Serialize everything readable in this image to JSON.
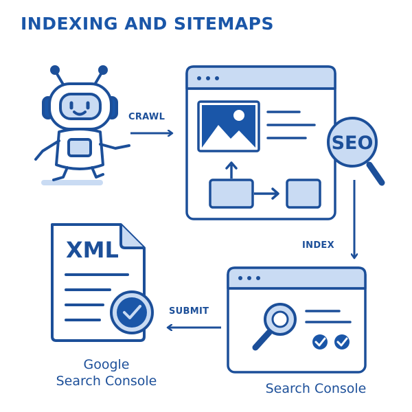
{
  "title": "INDEXING AND SITEMAPS",
  "labels": {
    "crawl": "CRAWL",
    "index": "INDEX",
    "submit": "SUBMIT"
  },
  "badges": {
    "seo": "SEO",
    "xml": "XML"
  },
  "captions": {
    "sitemap_line1": "Google",
    "sitemap_line2": "Search Console",
    "console": "Search Console"
  },
  "colors": {
    "primary": "#1a56a8",
    "fill_light": "#c9dbf3",
    "fill_mid": "#a9c6ec",
    "outline": "#1c4f99"
  },
  "icons": [
    "robot-icon",
    "webpage-icon",
    "seo-magnifier-icon",
    "xml-sitemap-icon",
    "check-badge-icon",
    "search-console-window-icon"
  ]
}
